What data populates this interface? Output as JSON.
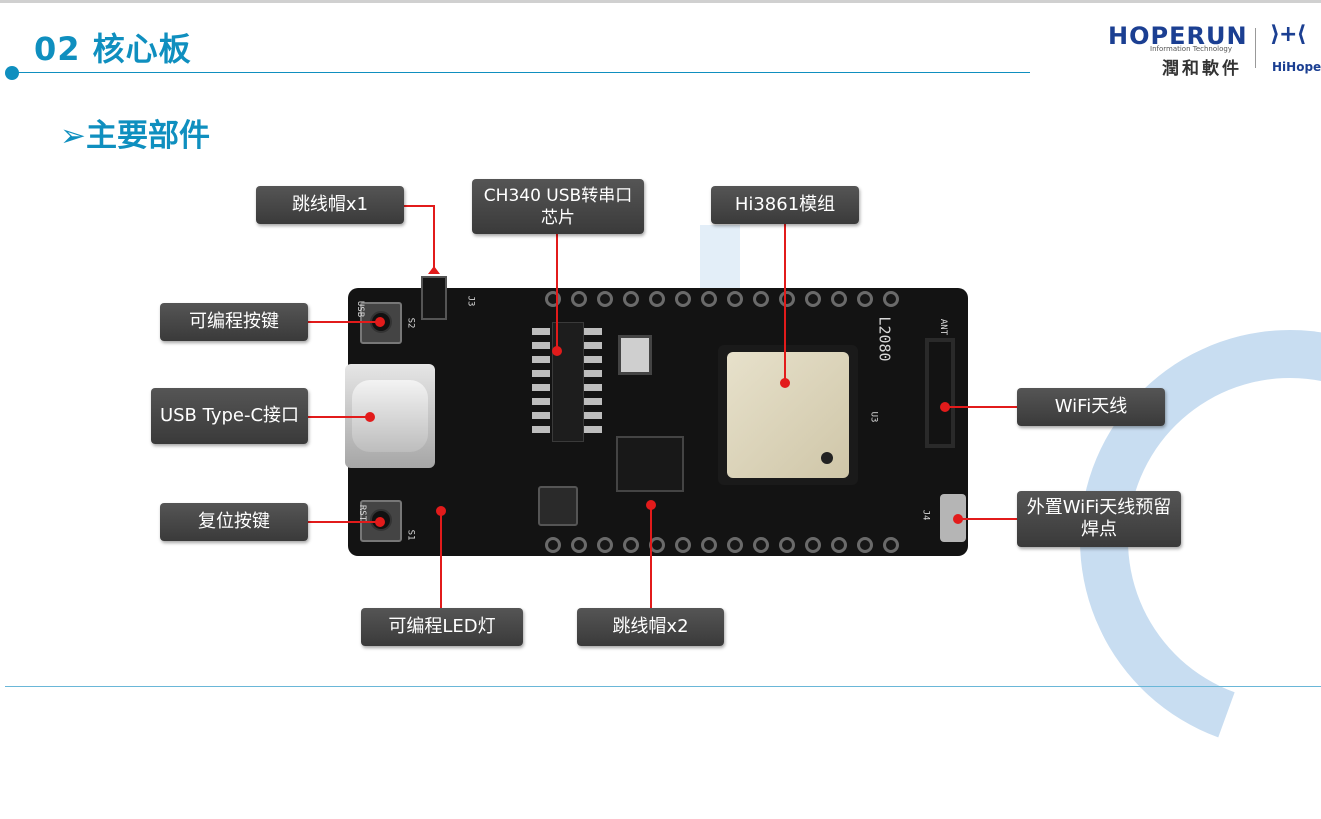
{
  "slide": {
    "title": "02 核心板",
    "subtitle": "➢主要部件"
  },
  "logo": {
    "brand_en": "HOPERUN",
    "brand_sub": "Information Technology",
    "brand_cn": "潤和軟件",
    "mark": "⟩+⟨",
    "mark_text": "HiHope"
  },
  "callouts": {
    "jumper_x1": "跳线帽x1",
    "ch340": "CH340 USB转串口芯片",
    "hi3861": "Hi3861模组",
    "prog_button": "可编程按键",
    "usb_typec": "USB Type-C接口",
    "reset_button": "复位按键",
    "prog_led": "可编程LED灯",
    "jumper_x2": "跳线帽x2",
    "wifi_antenna": "WiFi天线",
    "ext_antenna": "外置WiFi天线预留焊点"
  },
  "board_silk": {
    "usb": "USB",
    "rst": "RST",
    "s2": "S2",
    "s1": "S1",
    "ant": "ANT",
    "u3": "U3",
    "j3": "J3",
    "j4": "J4",
    "logo": "L2080"
  },
  "colors": {
    "accent": "#0f8fbf",
    "callout_line": "#e21b1b",
    "label_bg": "#444444"
  }
}
